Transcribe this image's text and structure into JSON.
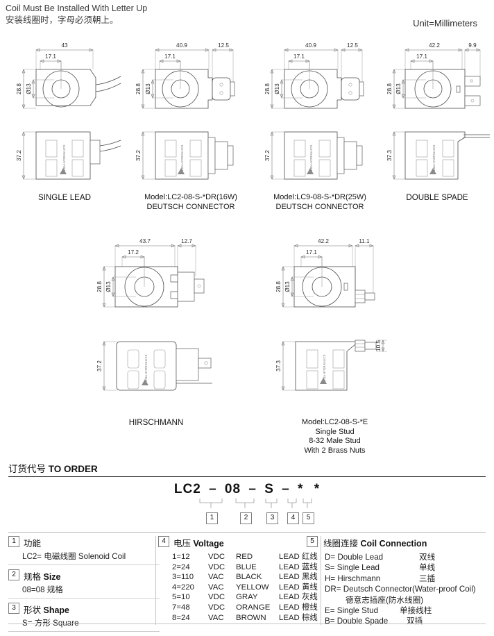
{
  "header": {
    "note_en": "Coil Must Be Installed With Letter Up",
    "note_cn": "安装线圈时，字母必须朝上。",
    "unit": "Unit=Millimeters"
  },
  "logo_text": "Nitta HYDRAULICS",
  "drawings": [
    {
      "id": "single-lead",
      "caption": [
        "SINGLE LEAD"
      ],
      "top_dims": {
        "overall": "43",
        "inner": "17.1",
        "conn": ""
      },
      "side_dims": {
        "height": "28.8",
        "bore": "Ø13"
      },
      "front_dims": {
        "height": "37.2"
      }
    },
    {
      "id": "deutsch-16w",
      "caption": [
        "Model:LC2-08-S-*DR(16W)",
        "DEUTSCH CONNECTOR"
      ],
      "top_dims": {
        "overall": "40.9",
        "inner": "17.1",
        "conn": "12.5"
      },
      "side_dims": {
        "height": "28.8",
        "bore": "Ø13"
      },
      "front_dims": {
        "height": "37.2"
      }
    },
    {
      "id": "deutsch-25w",
      "caption": [
        "Model:LC9-08-S-*DR(25W)",
        "DEUTSCH CONNECTOR"
      ],
      "top_dims": {
        "overall": "40.9",
        "inner": "17.1",
        "conn": "12.5"
      },
      "side_dims": {
        "height": "28.8",
        "bore": "Ø13"
      },
      "front_dims": {
        "height": "37.2"
      }
    },
    {
      "id": "double-spade",
      "caption": [
        "DOUBLE SPADE"
      ],
      "top_dims": {
        "overall": "42.2",
        "inner": "17.1",
        "conn": "9.9"
      },
      "side_dims": {
        "height": "28.8",
        "bore": "Ø13"
      },
      "front_dims": {
        "height": "37.3"
      }
    },
    {
      "id": "hirschmann",
      "caption": [
        "HIRSCHMANN"
      ],
      "top_dims": {
        "overall": "43.7",
        "inner": "17.2",
        "conn": "12.7"
      },
      "side_dims": {
        "height": "28.8",
        "bore": "Ø13"
      },
      "front_dims": {
        "height": "37.2"
      }
    },
    {
      "id": "single-stud",
      "caption": [
        "Model:LC2-08-S-*E",
        "Single Stud",
        "8-32 Male Stud",
        "With 2 Brass Nuts"
      ],
      "top_dims": {
        "overall": "42.2",
        "inner": "17.1",
        "conn": "11.1"
      },
      "side_dims": {
        "height": "28.8",
        "bore": "Ø13"
      },
      "front_dims": {
        "height": "37.3",
        "stud": "10.5"
      }
    }
  ],
  "order": {
    "title_cn": "订货代号",
    "title_en": "TO ORDER",
    "code_parts": [
      "LC2",
      "–",
      "08",
      "–",
      "S",
      "–",
      "*",
      "*"
    ],
    "callouts": [
      "1",
      "2",
      "3",
      "4",
      "5"
    ]
  },
  "legend": {
    "function": {
      "num": "1",
      "title_cn": "功能",
      "title_en": "",
      "rows": [
        "LC2= 电磁线圈 Solenoid Coil"
      ]
    },
    "size": {
      "num": "2",
      "title_cn": "规格",
      "title_en": "Size",
      "rows": [
        "08=08 规格"
      ]
    },
    "shape": {
      "num": "3",
      "title_cn": "形状",
      "title_en": "Shape",
      "rows": [
        "S= 方形 Square"
      ]
    },
    "voltage": {
      "num": "4",
      "title_cn": "电压",
      "title_en": "Voltage",
      "rows": [
        {
          "code": "1=12",
          "unit": "VDC",
          "color": "RED",
          "lead": "LEAD",
          "cn": "红线"
        },
        {
          "code": "2=24",
          "unit": "VDC",
          "color": "BLUE",
          "lead": "LEAD",
          "cn": "蓝线"
        },
        {
          "code": "3=110",
          "unit": "VAC",
          "color": "BLACK",
          "lead": "LEAD",
          "cn": "黑线"
        },
        {
          "code": "4=220",
          "unit": "VAC",
          "color": "YELLOW",
          "lead": "LEAD",
          "cn": "黄线"
        },
        {
          "code": "5=10",
          "unit": "VDC",
          "color": "GRAY",
          "lead": "LEAD",
          "cn": "灰线"
        },
        {
          "code": "7=48",
          "unit": "VDC",
          "color": "ORANGE",
          "lead": "LEAD",
          "cn": "橙线"
        },
        {
          "code": "8=24",
          "unit": "VAC",
          "color": "BROWN",
          "lead": "LEAD",
          "cn": "棕线"
        }
      ]
    },
    "connection": {
      "num": "5",
      "title_cn": "线圈连接",
      "title_en": "Coil Connection",
      "rows": [
        {
          "en": "D= Double Lead",
          "cn": "双线"
        },
        {
          "en": "S= Single Lead",
          "cn": "单线"
        },
        {
          "en": "H= Hirschmann",
          "cn": "三插"
        },
        {
          "en": "DR= Deutsch Connector(Water-proof Coil)",
          "cn": ""
        },
        {
          "en": "",
          "cn": "德意志插座(防水线圈)"
        },
        {
          "en": "E= Single Stud",
          "cn": "单接线柱"
        },
        {
          "en": "B= Double Spade",
          "cn": "双插"
        }
      ]
    }
  }
}
